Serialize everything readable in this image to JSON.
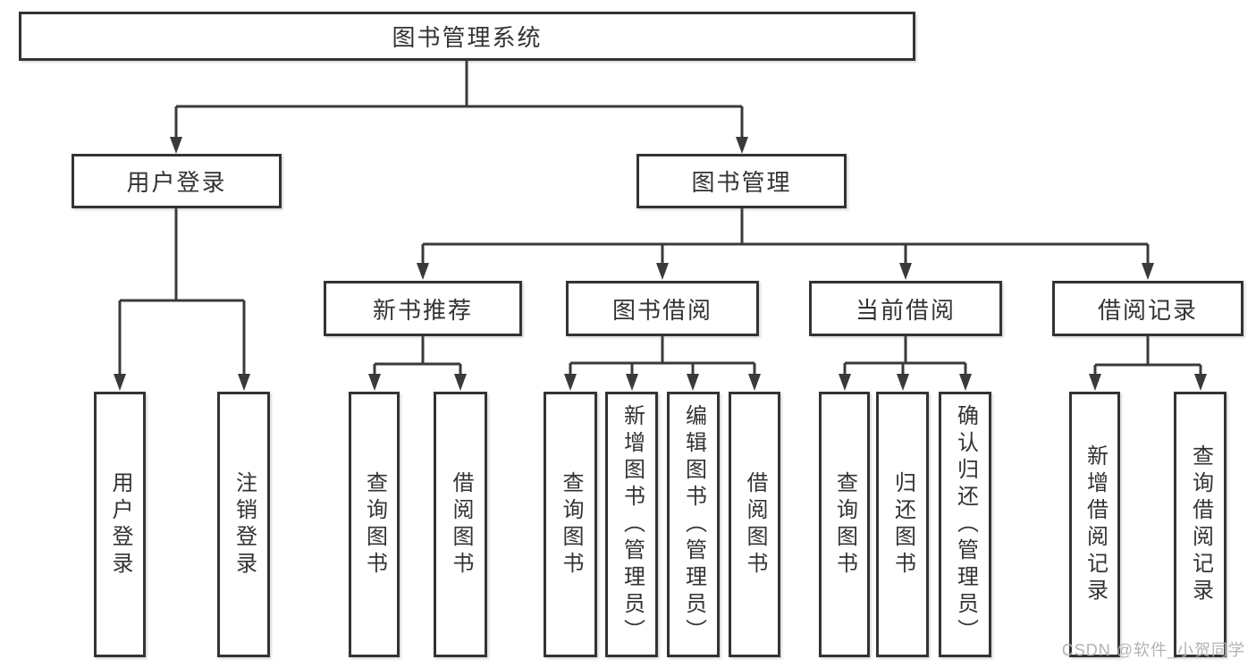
{
  "diagram_type": "hierarchy-tree",
  "colors": {
    "line": "#3a3a3a",
    "box_border": "#333333",
    "box_fill": "#ffffff",
    "text": "#333333",
    "watermark_text": "#b3b3b3",
    "background": "#ffffff"
  },
  "tree": {
    "label": "图书管理系统",
    "children": [
      {
        "label": "用户登录",
        "children": [
          {
            "label": "用户登录"
          },
          {
            "label": "注销登录"
          }
        ]
      },
      {
        "label": "图书管理",
        "children": [
          {
            "label": "新书推荐",
            "children": [
              {
                "label": "查询图书"
              },
              {
                "label": "借阅图书"
              }
            ]
          },
          {
            "label": "图书借阅",
            "children": [
              {
                "label": "查询图书"
              },
              {
                "label": "新增图书（管理员）"
              },
              {
                "label": "编辑图书（管理员）"
              },
              {
                "label": "借阅图书"
              }
            ]
          },
          {
            "label": "当前借阅",
            "children": [
              {
                "label": "查询图书"
              },
              {
                "label": "归还图书"
              },
              {
                "label": "确认归还（管理员）"
              }
            ]
          },
          {
            "label": "借阅记录",
            "children": [
              {
                "label": "新增借阅记录"
              },
              {
                "label": "查询借阅记录"
              }
            ]
          }
        ]
      }
    ]
  },
  "watermark": {
    "text": "CSDN @软件_小贺同学"
  }
}
